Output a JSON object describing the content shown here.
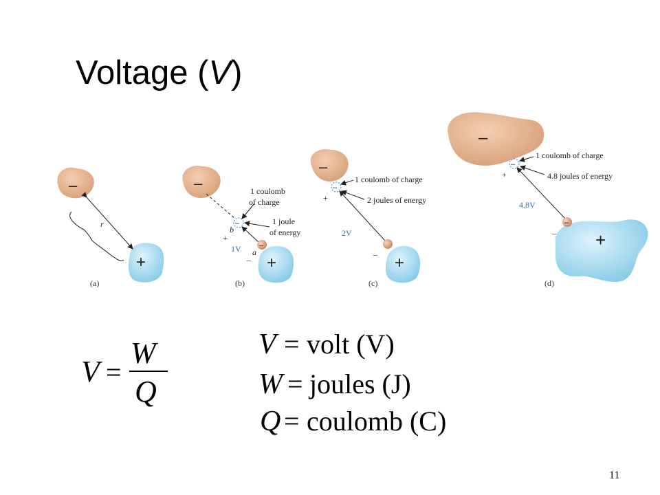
{
  "title": {
    "text": "Voltage (",
    "var": "V",
    "close": ")"
  },
  "page_number": "11",
  "colors": {
    "negative_blob": "#e3b08a",
    "positive_blob": "#a9dcf0",
    "voltage_label": "#2a6bb0",
    "charge_marker": "#4a8fd0"
  },
  "panels": {
    "a": {
      "caption": "(a)",
      "neg_sign": "–",
      "pos_sign": "+",
      "distance_label": "r"
    },
    "b": {
      "caption": "(b)",
      "neg_sign": "–",
      "pos_sign": "+",
      "charge_text_1": "1 coulomb",
      "charge_text_2": "of charge",
      "energy_text_1": "1 joule",
      "energy_text_2": "of energy",
      "point_b": "b",
      "point_a": "a",
      "voltage": "1V",
      "plus_mark": "+",
      "minus_mark": "–",
      "charge_sign": "–"
    },
    "c": {
      "caption": "(c)",
      "neg_sign": "–",
      "pos_sign": "+",
      "charge_text": "1 coulomb of charge",
      "energy_text": "2 joules of energy",
      "voltage": "2V",
      "plus_mark": "+",
      "minus_mark": "–",
      "charge_sign": "–"
    },
    "d": {
      "caption": "(d)",
      "neg_sign": "–",
      "pos_sign": "+",
      "charge_text": "1 coulomb of charge",
      "energy_text": "4.8 joules of energy",
      "voltage": "4.8V",
      "plus_mark": "+",
      "minus_mark": "–",
      "charge_sign": "–",
      "charge_sign_bottom": "–"
    }
  },
  "formula": {
    "lhs": "V",
    "eq": "=",
    "numerator": "W",
    "denominator": "Q"
  },
  "definitions": [
    {
      "symbol": "V",
      "eq": "=",
      "text": "volt (V)"
    },
    {
      "symbol": "W",
      "eq": "=",
      "text": "joules (J)"
    },
    {
      "symbol": "Q",
      "eq": "=",
      "text": "coulomb (C)"
    }
  ]
}
